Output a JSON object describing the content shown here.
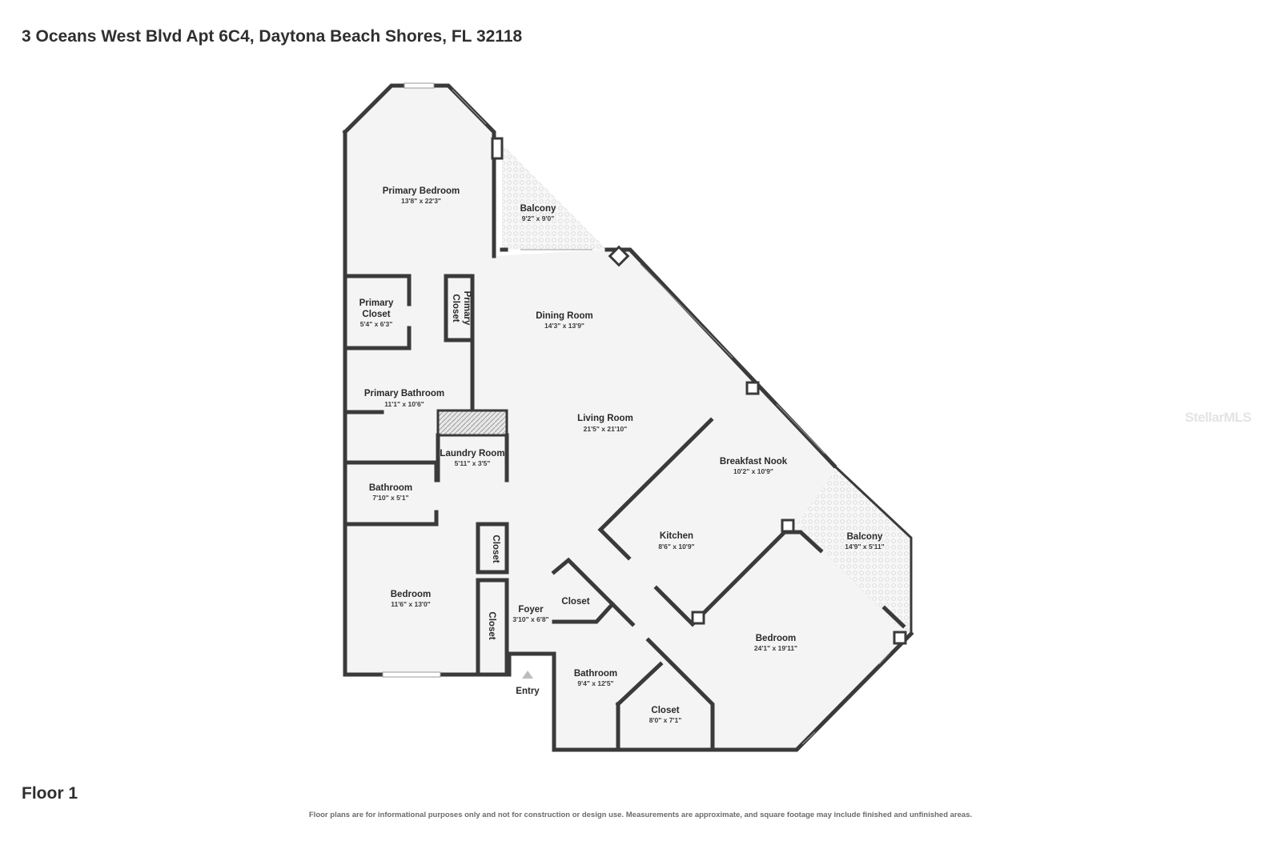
{
  "header": {
    "address": "3 Oceans West Blvd Apt 6C4, Daytona Beach Shores, FL 32118"
  },
  "floor_label": "Floor 1",
  "watermark": "StellarMLS",
  "disclaimer": "Floor plans are for informational purposes only and not for construction or design use. Measurements are approximate, and square footage may include finished and unfinished areas.",
  "entry_label": "Entry",
  "rooms": {
    "primary_bedroom": {
      "name": "Primary Bedroom",
      "dims": "13'8\" x 22'3\""
    },
    "balcony_1": {
      "name": "Balcony",
      "dims": "9'2\" x 9'0\""
    },
    "primary_closet_1": {
      "name1": "Primary",
      "name2": "Closet",
      "dims": "5'4\" x 6'3\""
    },
    "primary_closet_2": {
      "name1": "Primary",
      "name2": "Closet"
    },
    "dining_room": {
      "name": "Dining Room",
      "dims": "14'3\" x 13'9\""
    },
    "primary_bathroom": {
      "name": "Primary Bathroom",
      "dims": "11'1\" x 10'6\""
    },
    "living_room": {
      "name": "Living Room",
      "dims": "21'5\" x 21'10\""
    },
    "laundry_room": {
      "name": "Laundry Room",
      "dims": "5'11\" x 3'5\""
    },
    "breakfast_nook": {
      "name": "Breakfast Nook",
      "dims": "10'2\" x 10'9\""
    },
    "bathroom_1": {
      "name": "Bathroom",
      "dims": "7'10\" x 5'1\""
    },
    "kitchen": {
      "name": "Kitchen",
      "dims": "8'6\" x 10'9\""
    },
    "balcony_2": {
      "name": "Balcony",
      "dims": "14'9\" x 5'11\""
    },
    "closet_a": {
      "name": "Closet"
    },
    "bedroom_1": {
      "name": "Bedroom",
      "dims": "11'6\" x 13'0\""
    },
    "closet_b": {
      "name": "Closet"
    },
    "closet_c": {
      "name": "Closet"
    },
    "foyer": {
      "name": "Foyer",
      "dims": "3'10\" x 6'8\""
    },
    "bedroom_2": {
      "name": "Bedroom",
      "dims": "24'1\" x 19'11\""
    },
    "bathroom_2": {
      "name": "Bathroom",
      "dims": "9'4\" x 12'5\""
    },
    "closet_d": {
      "name": "Closet",
      "dims": "8'0\" x 7'1\""
    }
  },
  "colors": {
    "wall": "#3a3a3a",
    "floor": "#f4f4f4",
    "text": "#2a2a2a"
  }
}
